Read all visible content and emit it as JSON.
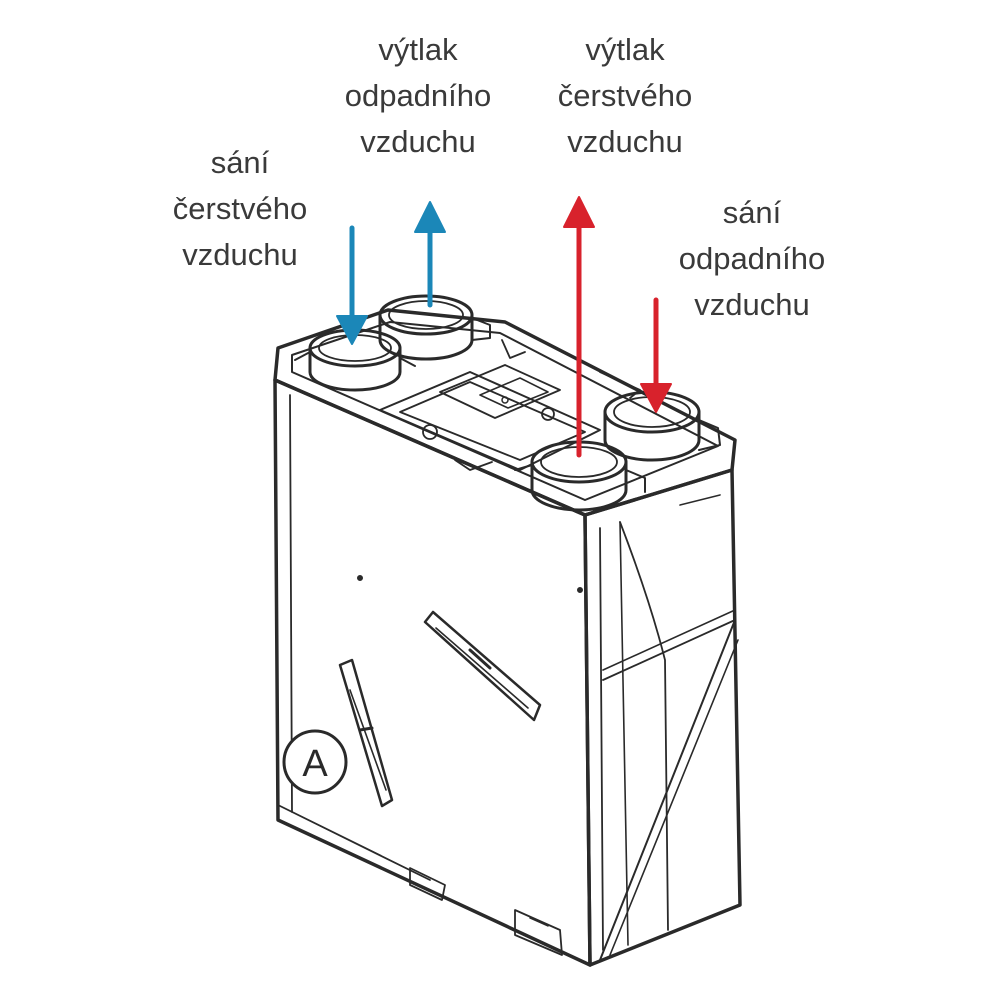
{
  "labels": {
    "fresh_intake": [
      "sání",
      "čerstvého",
      "vzduchu"
    ],
    "waste_exhaust": [
      "výtlak",
      "odpadního",
      "vzduchu"
    ],
    "fresh_supply": [
      "výtlak",
      "čerstvého",
      "vzduchu"
    ],
    "waste_intake": [
      "sání",
      "odpadního",
      "vzduchu"
    ]
  },
  "marker": {
    "text": "A"
  },
  "colors": {
    "blue": "#1b87b8",
    "red": "#d8222c",
    "outline": "#2a2a2a",
    "text": "#3a3a3a"
  }
}
